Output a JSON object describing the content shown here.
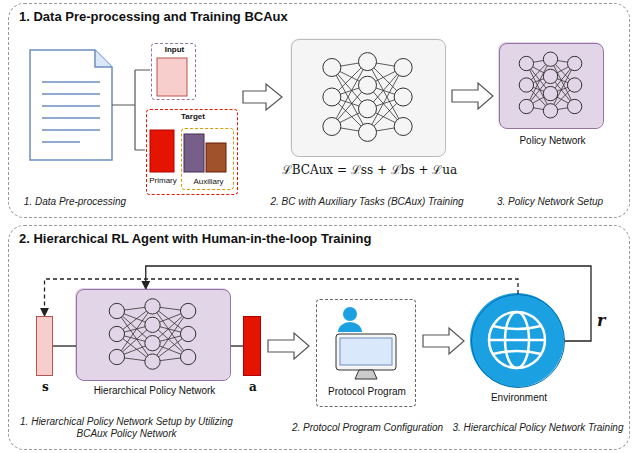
{
  "diagram": {
    "nodes": [
      {
        "text": [
          "1. Data Pre-processing and Training BCAux"
        ]
      },
      {
        "text": [
          "Input"
        ],
        "in": 0
      },
      {
        "text": [
          "Target",
          "Primary"
        ],
        "in": 0
      },
      {
        "text": [
          "Auxiliary"
        ],
        "in": 2
      },
      {
        "text": [
          "ℒBCAux = ℒss + ℒbs + ℒua"
        ],
        "in": 0
      },
      {
        "text": [
          "Policy Network"
        ],
        "in": 0
      },
      {
        "text": [
          "2. Hierarchical RL Agent with Human-in-the-loop Training"
        ]
      },
      {
        "text": [
          "s"
        ],
        "in": 6
      },
      {
        "text": [
          "Hierarchical Policy Network"
        ],
        "in": 6
      },
      {
        "text": [
          "a"
        ],
        "in": 6
      },
      {
        "text": [
          "Protocol Program"
        ],
        "in": 6
      },
      {
        "text": [
          "Environment"
        ],
        "in": 6
      }
    ],
    "edges": [
      {
        "from": 4,
        "to": 5,
        "arrow": "to"
      },
      {
        "from": 7,
        "to": 8,
        "arrow": "none"
      },
      {
        "from": 8,
        "to": 9,
        "arrow": "none"
      },
      {
        "from": 9,
        "to": 10,
        "arrow": "to"
      },
      {
        "from": 10,
        "to": 11,
        "arrow": "to"
      },
      {
        "from": 11,
        "to": 8,
        "label": "r",
        "arrow": "to"
      },
      {
        "from": 11,
        "to": 7,
        "arrow": "to"
      }
    ],
    "labels": [
      "1. Data Pre-processing",
      "2. BC with Auxiliary Tasks (BCAux) Training",
      "3. Policy Network Setup",
      "1. Hierarchical Policy Network Setup by Utilizing BCAux Policy Network",
      "2. Protocol Program Configuration",
      "3. Hierarchical Policy Network Training"
    ]
  }
}
